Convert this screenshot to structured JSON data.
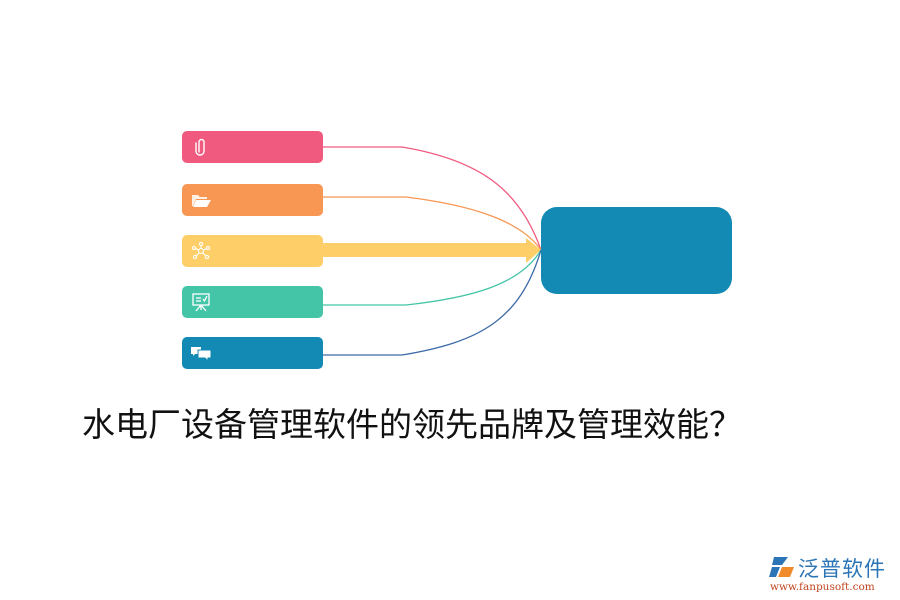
{
  "diagram": {
    "title": "水电厂设备管理软件的领先品牌及管理效能？",
    "nodes": [
      {
        "id": "n1",
        "icon": "paperclip-icon",
        "color": "#f05a7e",
        "label": ""
      },
      {
        "id": "n2",
        "icon": "folder-open-icon",
        "color": "#f89754",
        "label": ""
      },
      {
        "id": "n3",
        "icon": "network-icon",
        "color": "#fecf68",
        "label": ""
      },
      {
        "id": "n4",
        "icon": "presentation-board-icon",
        "color": "#44c5a8",
        "label": ""
      },
      {
        "id": "n5",
        "icon": "chat-bubbles-icon",
        "color": "#128ab4",
        "label": ""
      }
    ],
    "hub": {
      "color": "#128ab4",
      "label": ""
    },
    "connectors": [
      {
        "from": "n1",
        "to": "hub",
        "color": "#f05a7e",
        "style": "curve"
      },
      {
        "from": "n2",
        "to": "hub",
        "color": "#f89754",
        "style": "curve"
      },
      {
        "from": "n3",
        "to": "hub",
        "color": "#fecf68",
        "style": "thick-arrow"
      },
      {
        "from": "n4",
        "to": "hub",
        "color": "#44c5a8",
        "style": "curve"
      },
      {
        "from": "n5",
        "to": "hub",
        "color": "#3d6aa8",
        "style": "curve"
      }
    ]
  },
  "watermark": {
    "name": "泛普软件",
    "url": "www.fanpusoft.com",
    "name_color": "#2b74b5",
    "url_color": "#c0461f"
  }
}
